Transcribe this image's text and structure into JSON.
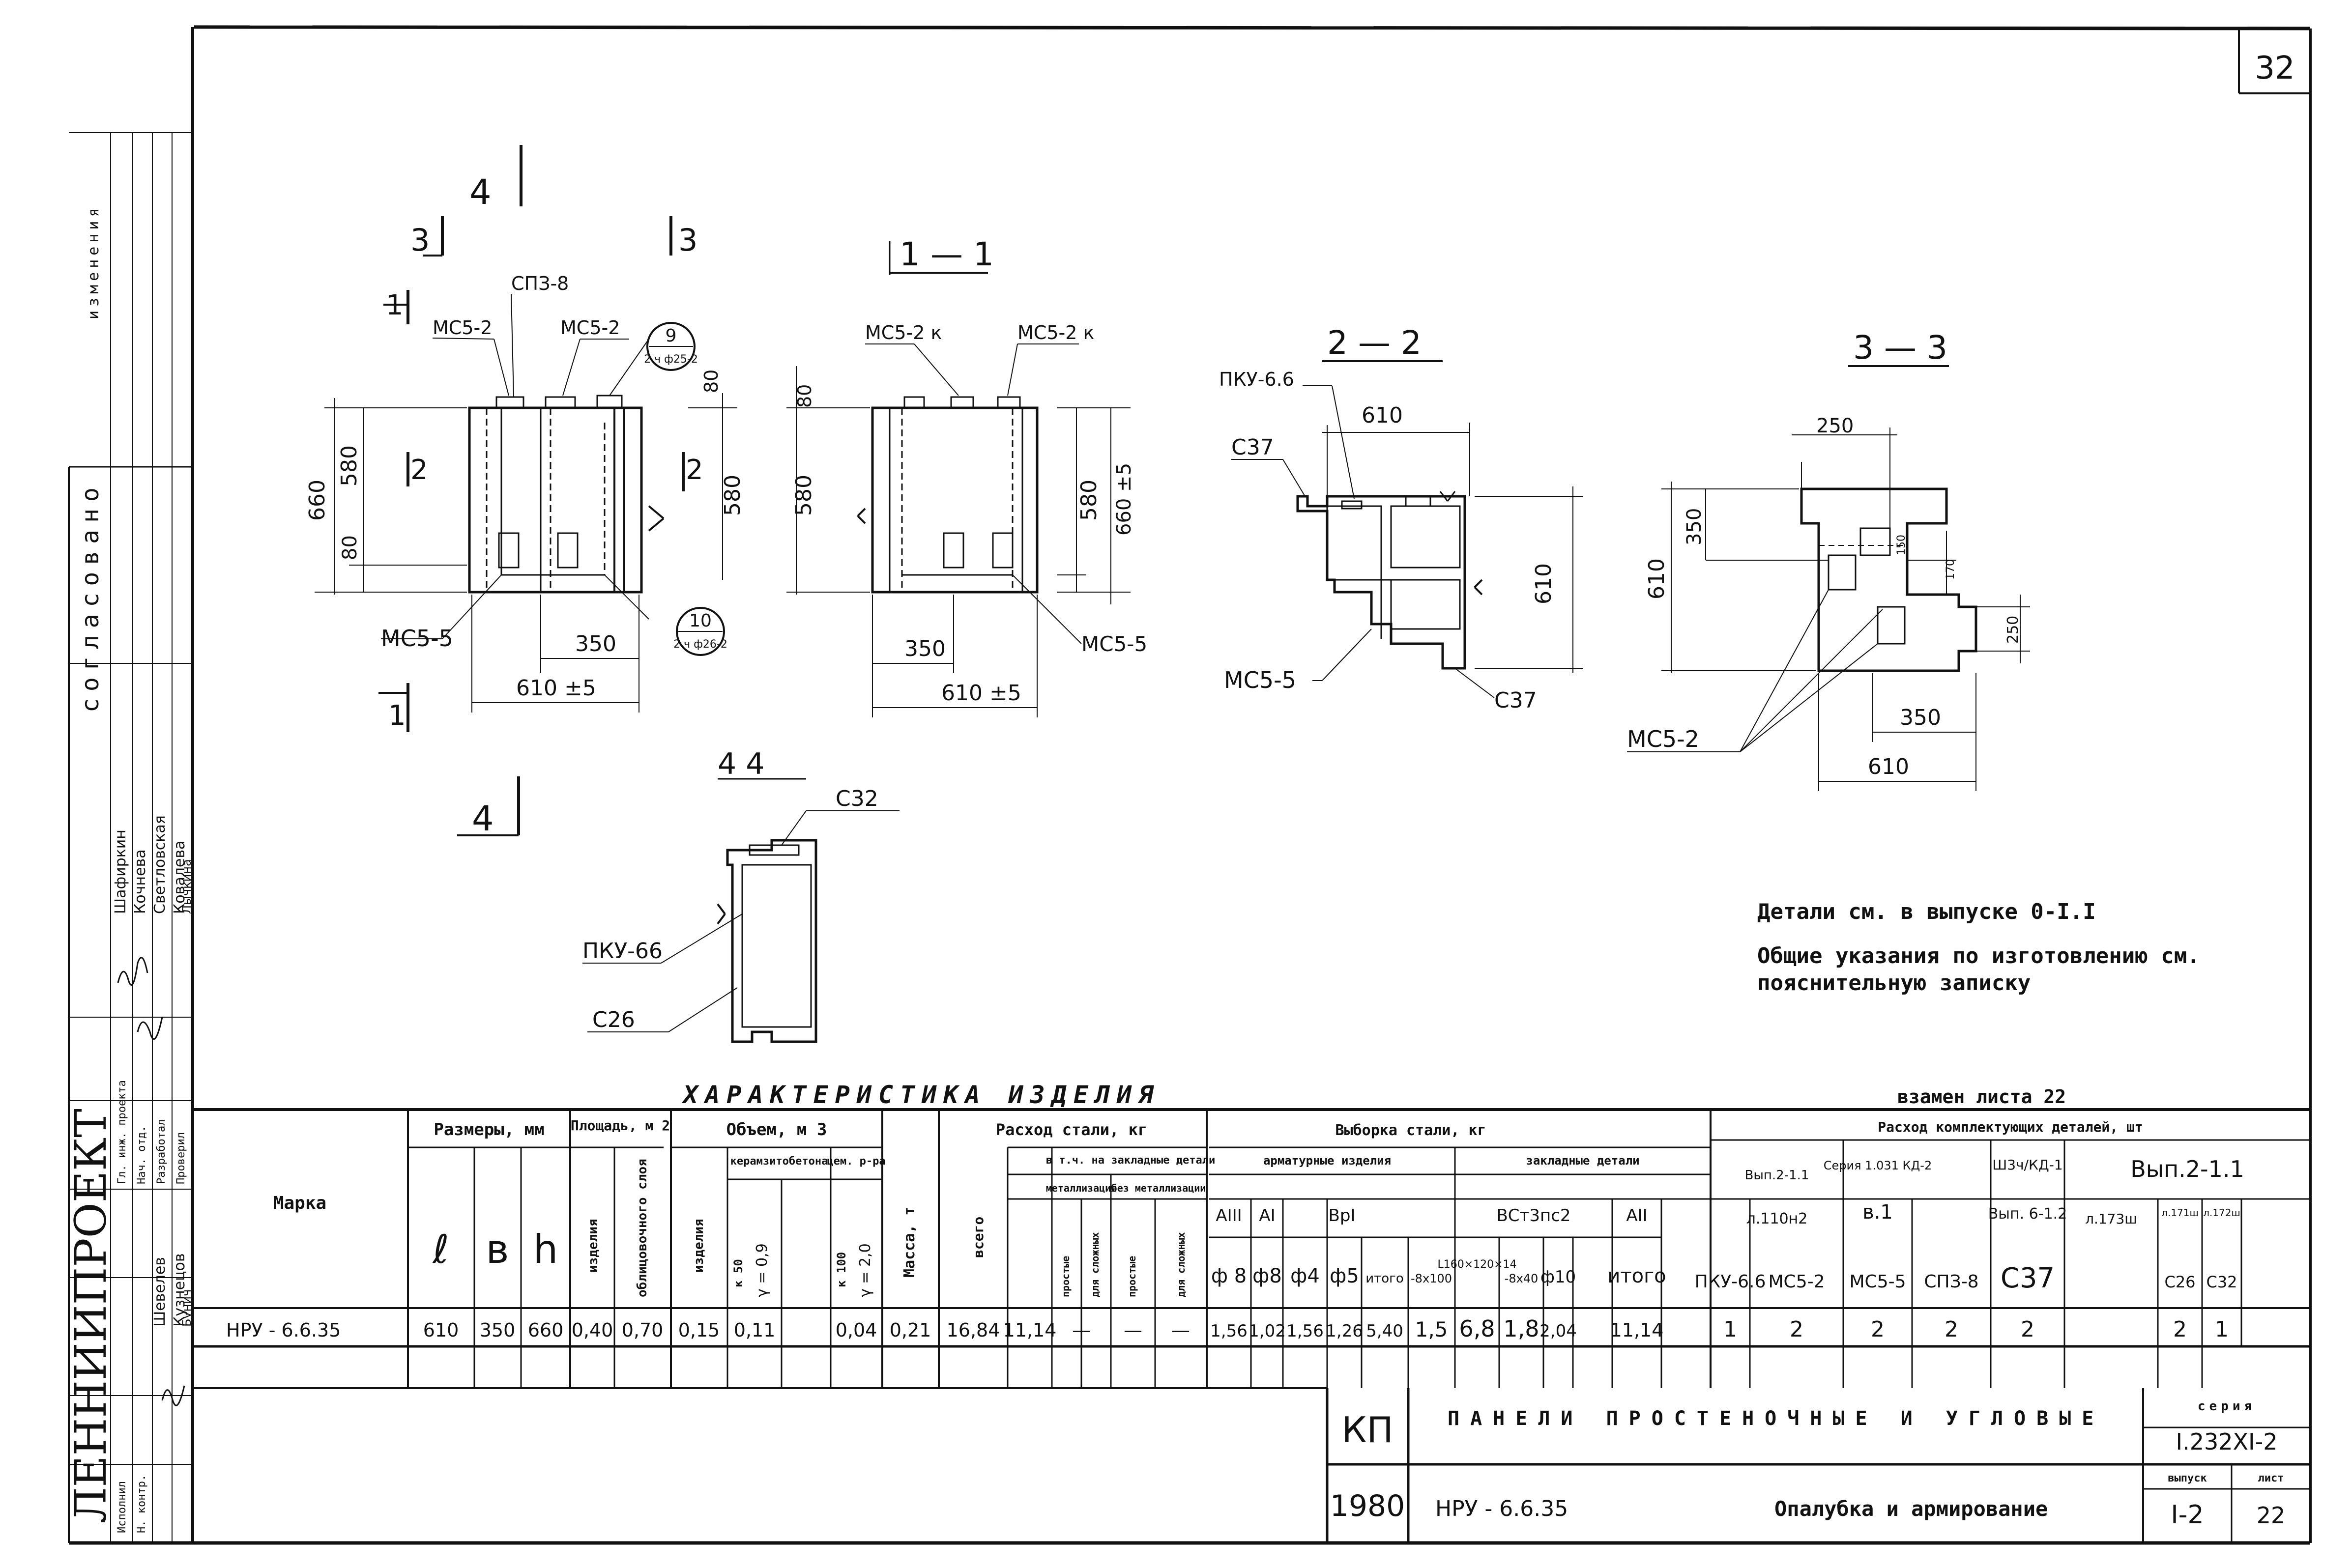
{
  "sheet_number": "32",
  "stamp_number": "22",
  "sections": {
    "s1": "1 — 1",
    "s2": "2 — 2",
    "s3": "3 — 3",
    "s4": "4    4",
    "cut1": "1",
    "cut2": "2",
    "cut3": "3",
    "cut4": "4"
  },
  "labels": {
    "sp38": "СПЗ-8",
    "mc52a": "МС5-2",
    "mc52b": "МС5-2",
    "mc55": "МС5-5",
    "mc52k_a": "МС5-2 к",
    "mc52k_b": "МС5-2 к",
    "mc55b": "МС5-5",
    "pku66": "ПКУ-6.6",
    "c37a": "С37",
    "mc55c": "МС5-5",
    "c37b": "С37",
    "mc52c": "МС5-2",
    "c32": "С32",
    "pku66b": "ПКУ-66",
    "c26": "С26",
    "bubble9_num": "9",
    "bubble9_txt": "2 ч ф25-2",
    "bubble10_num": "10",
    "bubble10_txt": "2 ч ф26-2"
  },
  "dims": {
    "d660": "660",
    "d580": "580",
    "d80": "80",
    "d350": "350",
    "d610": "610 ±5",
    "d80b": "80",
    "d580b": "580",
    "d580c": "580",
    "d660b": "660 ±5",
    "d350b": "350",
    "d610b": "610 ±5",
    "d80c": "80",
    "d610c": "610",
    "d610d": "610",
    "d250": "250",
    "d350c": "350",
    "d610e": "610",
    "d150": "150",
    "d170": "170",
    "d250b": "250",
    "d350d": "350",
    "d610f": "610"
  },
  "notes": {
    "note1": "Детали  см. в выпуске 0-І.І",
    "note2": "Общие указания по изготовлению см.",
    "note3": "пояснительную записку"
  },
  "table": {
    "title": "ХАРАКТЕРИСТИКА    ИЗДЕЛИЯ",
    "replaces": "взамен листа 22",
    "h_mark": "Марка",
    "h_dims": "Размеры, мм",
    "h_l": "ℓ",
    "h_b": "в",
    "h_h": "h",
    "h_area": "Площадь, м 2",
    "h_area1": "изделия",
    "h_area2": "облицовочного слоя",
    "h_vol": "Объем, м 3",
    "h_vol1": "изделия",
    "h_vol2": "керамзитобетона",
    "h_vol3": "цем. р-ра",
    "h_vol2a": "к 50",
    "h_vol2b": "γ = 0,9",
    "h_vol3a": "к 100",
    "h_vol3b": "γ = 2,0",
    "h_mass": "Масса, т",
    "h_steel": "Расход стали, кг",
    "h_total": "всего",
    "h_incl": "в т.ч. на закладные детали",
    "h_met": "металлизация",
    "h_nomet": "без металлизации",
    "h_prost": "простые",
    "h_compl": "для сложных",
    "h_sample": "Выборка стали, кг",
    "h_arm": "арматурные изделия",
    "h_emb": "закладные детали",
    "h_aiii": "АIII",
    "h_ai": "АI",
    "h_vri": "ВрI",
    "h_vst": "ВСт3пс2",
    "h_aii": "АII",
    "h_p8": "ф 8",
    "h_p8b": "ф8",
    "h_p4": "ф4",
    "h_p5": "ф5",
    "h_itogo": "итого",
    "h_m1": "-8х100",
    "h_m2": "L160×120×14",
    "h_m3": "-8х40",
    "h_p10": "ф10",
    "h_itogo2": "итого",
    "h_kit": "Расход комплектующих деталей, шт",
    "h_k1a": "Вып.2-1.1",
    "h_k1b": "л.110н2",
    "h_k2a": "Серия 1.031 КД-2",
    "h_k2b": "в.1",
    "h_k3a": "Ш3ч/КД-1",
    "h_k3b": "Вып. 6-1.2",
    "h_k4a": "Вып.2-1.1",
    "h_k4b": "л.173ш",
    "h_k4c": "л.171ш",
    "h_k4d": "л.172ш",
    "h_c1": "ПКУ-6.6",
    "h_c2": "МС5-2",
    "h_c3": "МС5-5",
    "h_c4": "СПЗ-8",
    "h_c5": "С37",
    "h_c6": "С26",
    "h_c7": "С32",
    "row": [
      "НРУ - 6.6.35",
      "610",
      "350",
      "660",
      "0,40",
      "0,70",
      "0,15",
      "0,11",
      "",
      "0,04",
      "0,21",
      "16,84",
      "11,14",
      "—",
      "—",
      "—",
      "1,56",
      "1,02",
      "1,56",
      "1,26",
      "5,40",
      "1,5",
      "6,8",
      "1,8",
      "2,04",
      "11,14",
      "1",
      "2",
      "2",
      "2",
      "2",
      "2",
      "1"
    ]
  },
  "stamp": {
    "kp": "КП",
    "title": "ПАНЕЛИ  ПРОСТЕНОЧНЫЕ  И УГЛОВЫЕ",
    "series_label": "серия",
    "series": "І.232ХІ-2",
    "year": "1980",
    "mark": "НРУ - 6.6.35",
    "name": "Опалубка и армирование",
    "issue_label": "выпуск",
    "sheet_label": "лист",
    "issue": "І-2",
    "sheet": "22"
  },
  "side": {
    "org": "ЛЕННИИПРОЕКТ",
    "agreed": "согласовано",
    "changes": "изменения",
    "r1": "Гл. инж. проекта",
    "r2": "Нач. отд.",
    "r3": "Разработал",
    "r4": "Проверил",
    "r5": "Исполнил",
    "r6": "Н. контр.",
    "n1": "Шафиркин",
    "n2": "Кочнева",
    "n3": "Светловская",
    "n4": "Ковалева",
    "n5": "Лычкина",
    "n6": "Шевелев",
    "n7": "Кузнецов",
    "n8": "Бунич"
  }
}
